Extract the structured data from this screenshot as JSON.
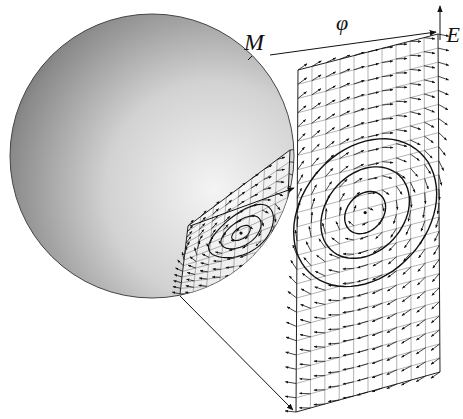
{
  "diagram": {
    "labels": [
      "M",
      "φ",
      "E"
    ]
  }
}
